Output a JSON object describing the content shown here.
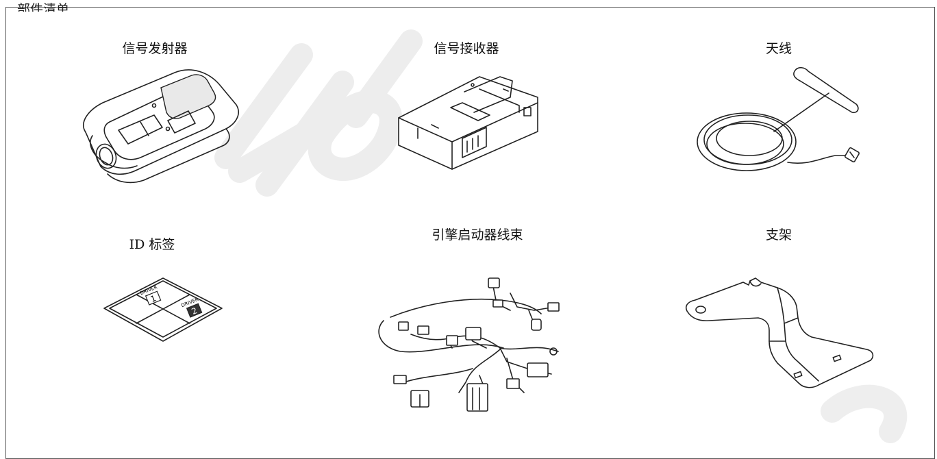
{
  "page": {
    "corner_text": "部件清单"
  },
  "items": [
    {
      "label": "信号发射器",
      "icon": "remote-transmitter-icon"
    },
    {
      "label": "信号接收器",
      "icon": "signal-receiver-icon"
    },
    {
      "label": "天线",
      "icon": "antenna-icon"
    },
    {
      "label": "ID 标签",
      "icon": "id-tag-icon"
    },
    {
      "label": "引擎启动器线束",
      "icon": "wire-harness-icon"
    },
    {
      "label": "支架",
      "icon": "bracket-icon"
    }
  ],
  "id_tag": {
    "driver_1": "DRIVER",
    "num_1": "1",
    "driver_2": "DRIVER",
    "num_2": "2"
  },
  "watermark": {
    "text": "Honda"
  }
}
